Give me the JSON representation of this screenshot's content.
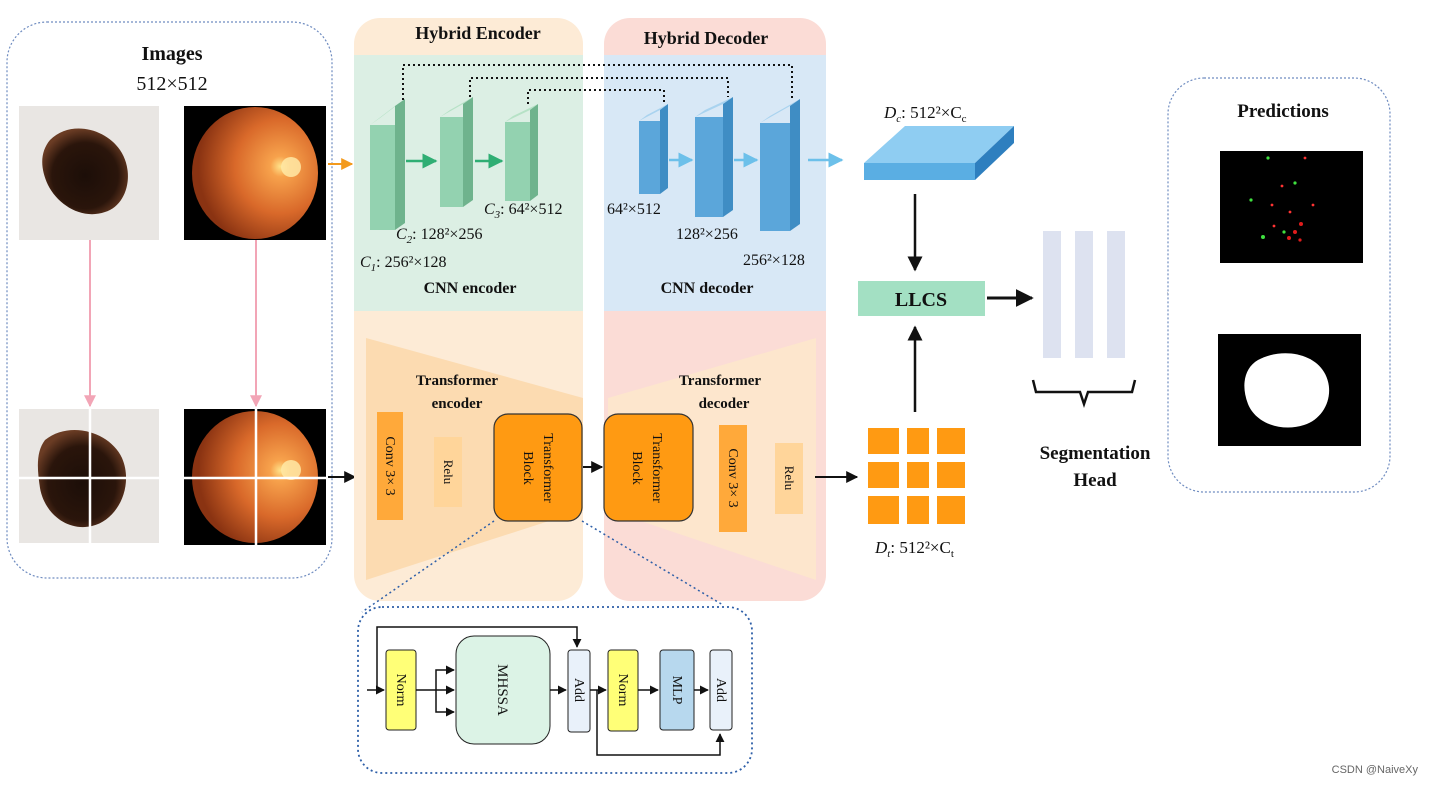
{
  "images_panel": {
    "title": "Images",
    "size": "512×512"
  },
  "hybrid_encoder": {
    "title": "Hybrid Encoder",
    "cnn_title": "CNN encoder",
    "c1_var": "C",
    "c1_sub": "1",
    "c1_dim": ": 256²×128",
    "c2_var": "C",
    "c2_sub": "2",
    "c2_dim": ": 128²×256",
    "c3_var": "C",
    "c3_sub": "3",
    "c3_dim": ": 64²×512",
    "transformer_title_1": "Transformer",
    "transformer_title_2": "encoder",
    "conv_label": "Conv  3× 3",
    "relu_label": "Relu",
    "block_label_1": "Transformer",
    "block_label_2": "Block"
  },
  "hybrid_decoder": {
    "title": "Hybrid Decoder",
    "cnn_title": "CNN decoder",
    "d1_dim": "64²×512",
    "d2_dim": "128²×256",
    "d3_dim": "256²×128",
    "transformer_title_1": "Transformer",
    "transformer_title_2": "decoder",
    "block_label_1": "Transformer",
    "block_label_2": "Block",
    "conv_label": "Conv  3× 3",
    "relu_label": "Relu"
  },
  "dc": {
    "var": "D",
    "sub": "c",
    "dim": ": 512²×C",
    "dim_sub": "c"
  },
  "dt": {
    "var": "D",
    "sub": "t",
    "dim": ": 512²×C",
    "dim_sub": "t"
  },
  "llcs": "LLCS",
  "segmentation_head": {
    "line1": "Segmentation",
    "line2": "Head"
  },
  "predictions": {
    "title": "Predictions"
  },
  "transformer_block_detail": {
    "norm1": "Norm",
    "mhssa": "MHSSA",
    "add1": "Add",
    "norm2": "Norm",
    "mlp": "MLP",
    "add2": "Add"
  },
  "watermark": "CSDN @NaiveXy",
  "colors": {
    "encoder_bg": "#fdebd6",
    "decoder_bg": "#fbdcd6",
    "cnn_enc_bg": "#dcefe4",
    "cnn_dec_bg": "#d8e8f6",
    "enc_layer": "#8fcfac",
    "dec_layer": "#5ba6da",
    "orange": "#ff9a12",
    "llcs": "#a3e0c3",
    "norm_yellow": "#ffff77",
    "mlp_blue": "#b7d8ee",
    "mhssa_green": "#dcf3e6",
    "pink_arrow": "#f2a5b6",
    "panel_border": "#6f8cc0"
  }
}
